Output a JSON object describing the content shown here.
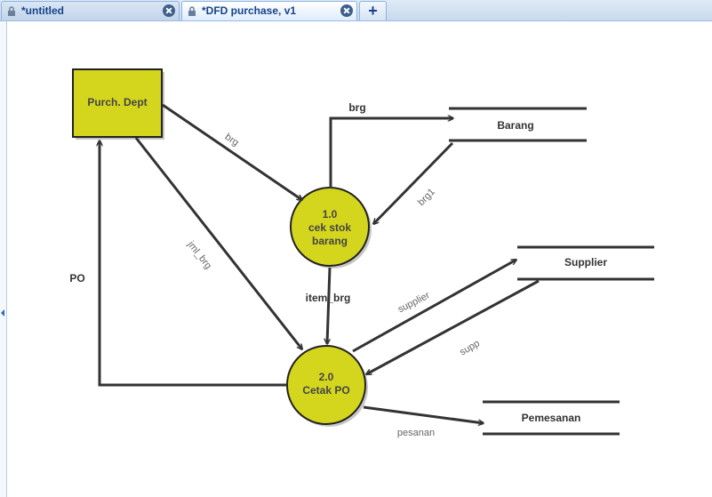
{
  "tabs": [
    {
      "label": "*untitled",
      "active": false
    },
    {
      "label": "*DFD purchase, v1",
      "active": true
    }
  ],
  "add_tab_label": "+",
  "diagram": {
    "external_entity": {
      "label": "Purch. Dept"
    },
    "processes": [
      {
        "id": "p1",
        "lines": [
          "1.0",
          "cek stok",
          "barang"
        ]
      },
      {
        "id": "p2",
        "lines": [
          "2.0",
          "Cetak PO"
        ]
      }
    ],
    "data_stores": [
      {
        "id": "barang",
        "label": "Barang"
      },
      {
        "id": "supplier",
        "label": "Supplier"
      },
      {
        "id": "pemesanan",
        "label": "Pemesanan"
      }
    ],
    "flows": {
      "entity_to_p1": "brg",
      "p1_to_barang": "brg",
      "barang_to_p1": "brg1",
      "entity_to_p2": "jml_brg",
      "p1_to_p2": "item_brg",
      "p2_to_entity": "PO",
      "p2_to_supplier": "supplier",
      "supplier_to_p2": "supp",
      "p2_to_pemesanan": "pesanan"
    }
  },
  "colors": {
    "node_fill": "#d4d61e",
    "node_stroke": "#222222",
    "line": "#333333",
    "tab_text": "#15428b"
  }
}
